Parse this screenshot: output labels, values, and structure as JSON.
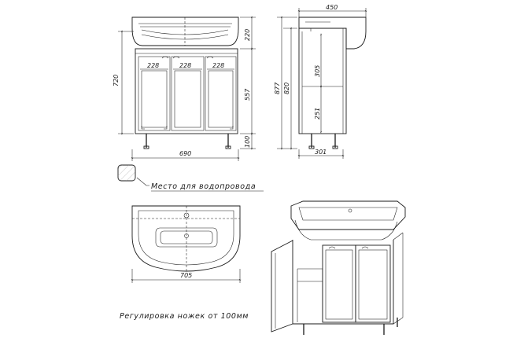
{
  "front_view": {
    "width": "690",
    "sink_height": "220",
    "total_height": "720",
    "body_height": "557",
    "leg_height": "100",
    "door_widths": [
      "228",
      "228",
      "228"
    ]
  },
  "side_view": {
    "width": "450",
    "height_outer": "877",
    "height_inner": "820",
    "shelf_upper": "305",
    "shelf_lower": "251",
    "depth": "301"
  },
  "top_view": {
    "width": "705"
  },
  "legend": {
    "water_supply_label": "Место для водопровода"
  },
  "footer": {
    "legs_note": "Регулировка ножек от 100мм"
  }
}
